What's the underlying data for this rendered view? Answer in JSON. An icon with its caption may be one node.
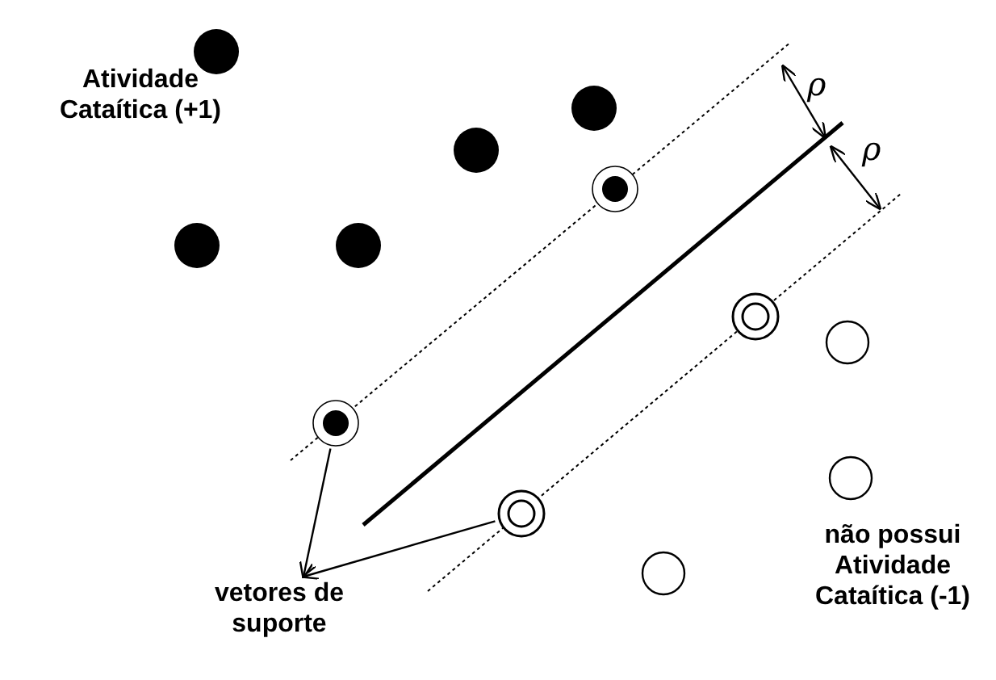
{
  "diagram": {
    "nodes": [
      {
        "text": [
          "vetores de suporte"
        ]
      },
      {
        "text": [],
        "shape": "circle"
      },
      {
        "text": [],
        "shape": "circle"
      },
      {
        "text": [],
        "shape": "circle"
      },
      {
        "text": [],
        "shape": "circle"
      },
      {
        "text": [],
        "shape": "circle"
      },
      {
        "text": [],
        "shape": "circle"
      },
      {
        "text": [],
        "shape": "circle"
      },
      {
        "text": [],
        "shape": "circle"
      },
      {
        "text": [],
        "shape": "circle"
      },
      {
        "text": [],
        "shape": "circle"
      },
      {
        "text": [],
        "shape": "circle"
      },
      {
        "text": [],
        "shape": "circle"
      }
    ],
    "edges": [
      {
        "from": 3,
        "to": 0,
        "arrow": "to"
      },
      {
        "from": 6,
        "to": 0,
        "arrow": "to"
      }
    ],
    "labels": [
      "Atividade Cataítica (+1)",
      "ρ",
      "ρ",
      "não possui Atividade Cataítica (-1)"
    ]
  }
}
